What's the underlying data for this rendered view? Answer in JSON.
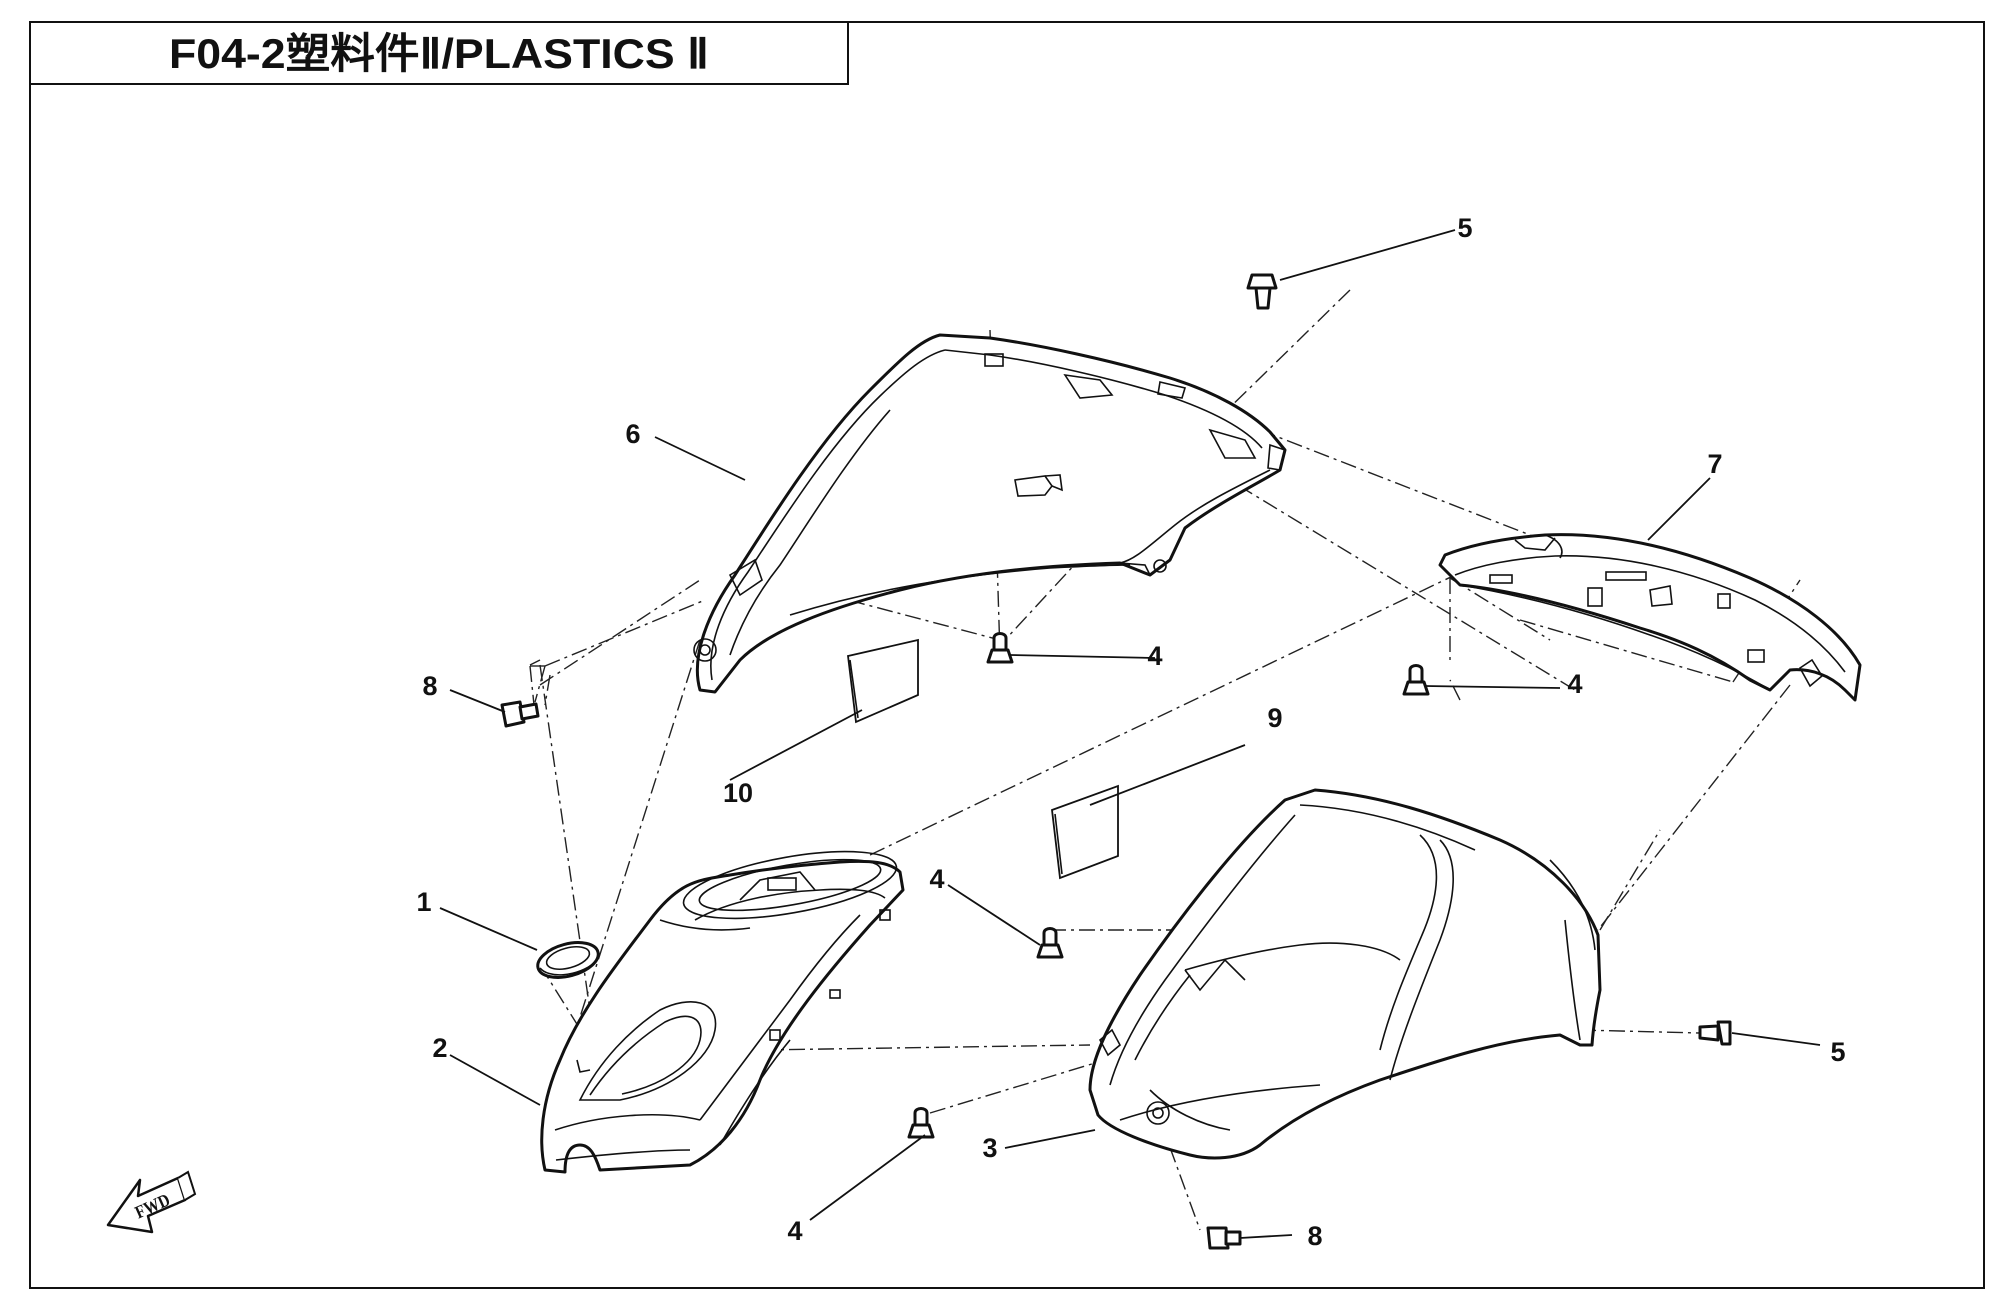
{
  "title": "F04-2塑料件Ⅱ/PLASTICS Ⅱ",
  "forward_marker": "FWD",
  "colors": {
    "line": "#111111",
    "background": "#ffffff"
  },
  "callouts": {
    "c1": "1",
    "c2": "2",
    "c3": "3",
    "c4a": "4",
    "c4b": "4",
    "c4c": "4",
    "c4d": "4",
    "c5a": "5",
    "c5b": "5",
    "c6": "6",
    "c7": "7",
    "c8a": "8",
    "c8b": "8",
    "c9": "9",
    "c10": "10"
  }
}
